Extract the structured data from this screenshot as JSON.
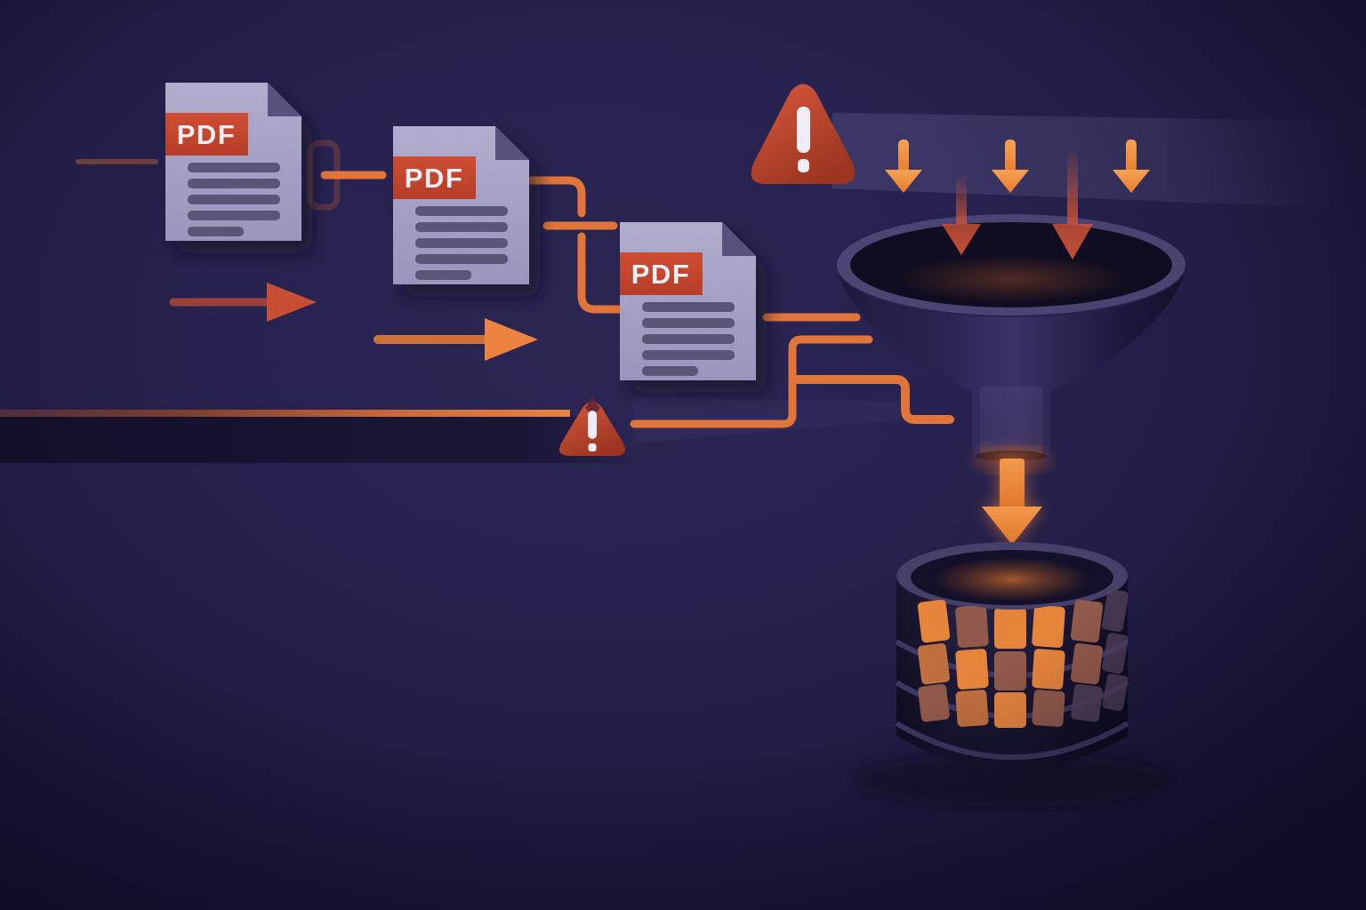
{
  "illustration": {
    "colors": {
      "background": "#272250",
      "accent_orange": "#ee8440",
      "line_orange": "#e2763a",
      "alert_red": "#c04a31",
      "doc_body": "#a8a5c6",
      "doc_fold": "#56527b",
      "doc_lines": "#5a5677",
      "doc_label_bg": "#c7482f",
      "doc_label_text": "#f3eff6",
      "funnel_body": "#242045",
      "database_body": "#201c3c"
    },
    "documents": [
      {
        "type": "pdf-file",
        "label": "PDF"
      },
      {
        "type": "pdf-file",
        "label": "PDF"
      },
      {
        "type": "pdf-file",
        "label": "PDF"
      }
    ],
    "warnings": [
      {
        "mark": "!",
        "size": "large"
      },
      {
        "mark": "!",
        "size": "small"
      }
    ],
    "funnel": {
      "top_arrows": 3,
      "inner_arrows": 2
    },
    "database": {
      "rows": 3,
      "columns": 6,
      "cell_colors": {
        "bright": "#e8853c",
        "medium": "#c2703f",
        "dim": "#925a4a",
        "dark": "#53405e"
      },
      "grid": [
        [
          "bright",
          "dim",
          "bright",
          "bright",
          "dim",
          "dark"
        ],
        [
          "medium",
          "bright",
          "dim",
          "bright",
          "dim",
          "dark"
        ],
        [
          "dim",
          "medium",
          "bright",
          "dim",
          "dark",
          "dark"
        ]
      ]
    }
  }
}
